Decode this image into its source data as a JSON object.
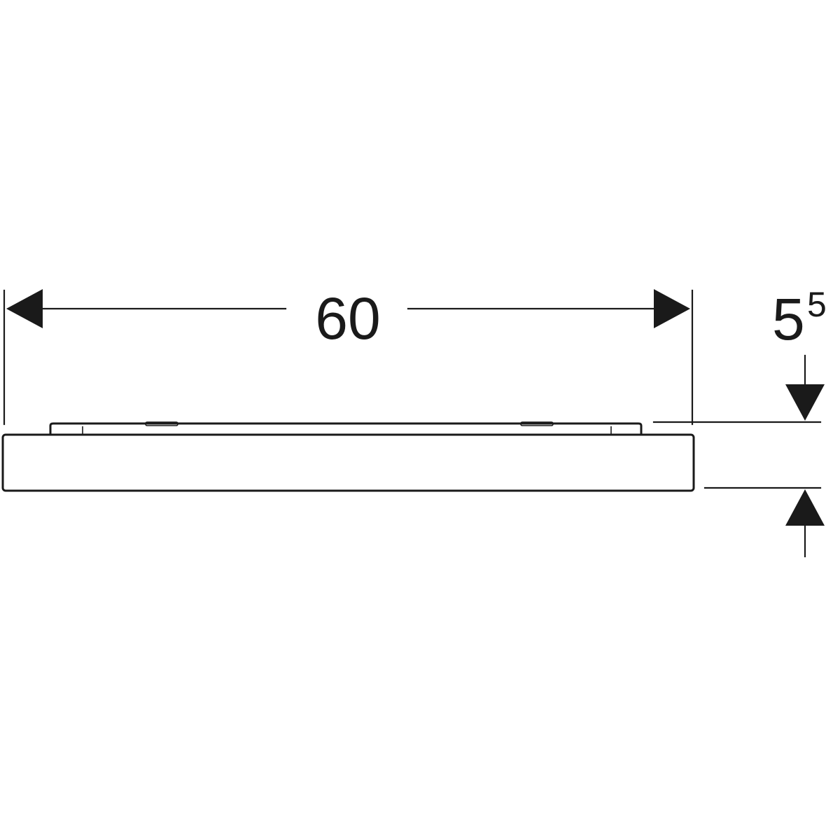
{
  "dimensions": {
    "width": {
      "value": "60"
    },
    "height": {
      "value": "5",
      "superscript": "5"
    }
  },
  "colors": {
    "ink": "#1a1a1a",
    "paper": "#ffffff"
  }
}
